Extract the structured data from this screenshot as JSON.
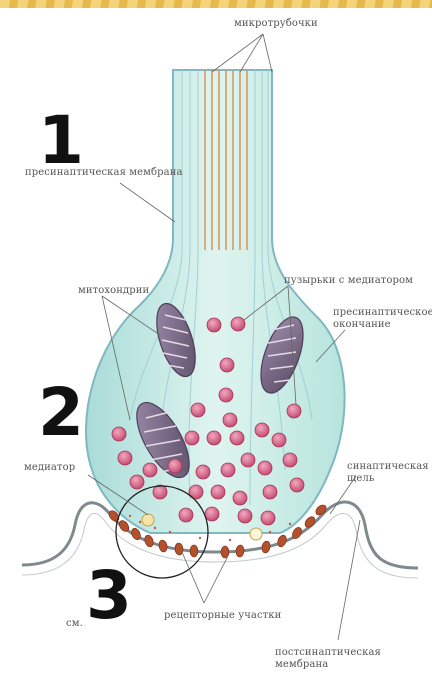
{
  "labels": {
    "microtubules": "микротрубочки",
    "presynaptic_membrane": "пресинаптическая мембрана",
    "mitochondria": "митохондрии",
    "vesicles": "пузырьки с медиатором",
    "presynaptic_ending_1": "пресинаптическое",
    "presynaptic_ending_2": "окончание",
    "mediator": "медиатор",
    "synaptic_cleft_1": "синаптическая",
    "synaptic_cleft_2": "щель",
    "see": "см.",
    "receptor_sites": "рецепторные участки",
    "postsynaptic_membrane": "постсинаптическая мембрана"
  },
  "markers": {
    "one": "1",
    "two": "2",
    "three": "3"
  },
  "colors": {
    "terminal_fill": "#cfeee6",
    "terminal_stroke": "#7fb7c2",
    "vesicle": "#d86a8a",
    "mitochondrion": "#7a6a86",
    "receptor": "#b4502b",
    "membrane": "#7f8a8f"
  }
}
